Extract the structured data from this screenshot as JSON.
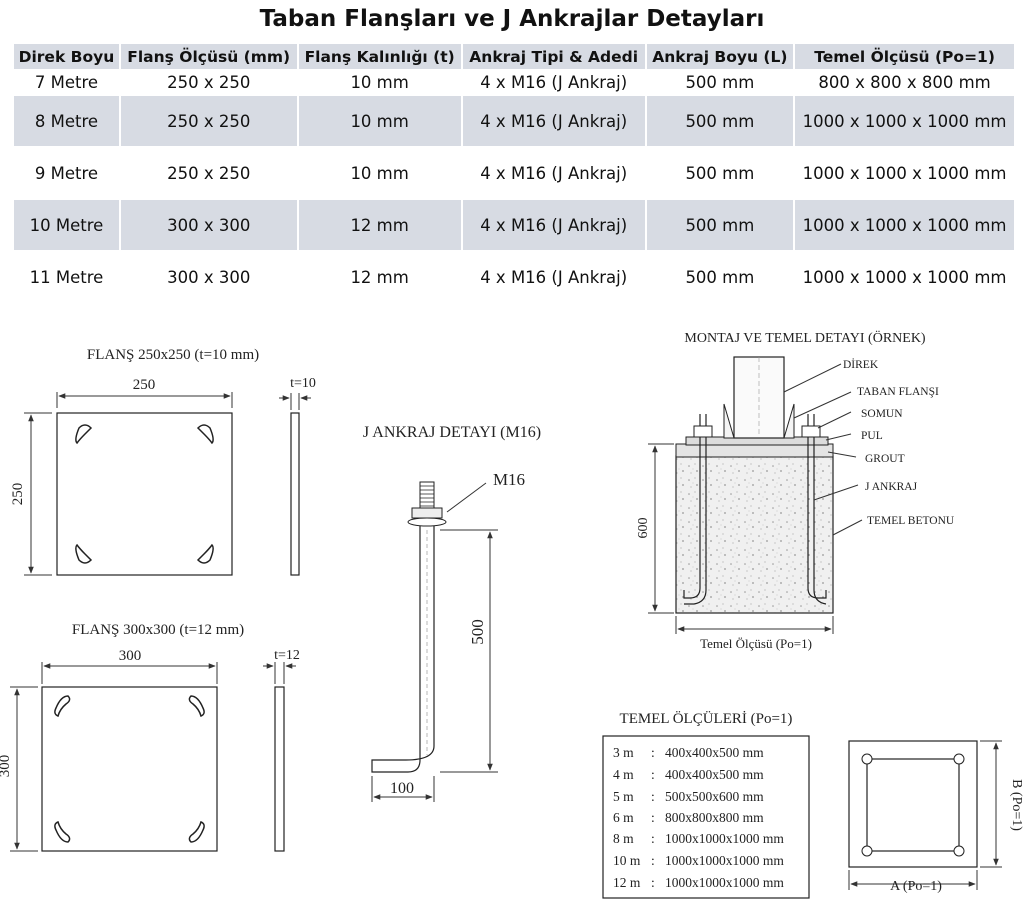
{
  "title": "Taban Flanşları ve J Ankrajlar Detayları",
  "table": {
    "headers": [
      "Direk Boyu",
      "Flanş Ölçüsü (mm)",
      "Flanş Kalınlığı (t)",
      "Ankraj Tipi & Adedi",
      "Ankraj Boyu (L)",
      "Temel Ölçüsü (Po=1)"
    ],
    "rows": [
      [
        "7 Metre",
        "250 x 250",
        "10 mm",
        "4 x M16 (J Ankraj)",
        "500 mm",
        "800 x 800 x 800 mm"
      ],
      [
        "8 Metre",
        "250 x 250",
        "10 mm",
        "4 x M16 (J Ankraj)",
        "500 mm",
        "1000 x 1000 x 1000 mm"
      ],
      [
        "9 Metre",
        "250 x 250",
        "10 mm",
        "4 x M16 (J Ankraj)",
        "500 mm",
        "1000 x 1000 x 1000 mm"
      ],
      [
        "10 Metre",
        "300 x 300",
        "12 mm",
        "4 x M16 (J Ankraj)",
        "500 mm",
        "1000 x 1000 x 1000 mm"
      ],
      [
        "11 Metre",
        "300 x 300",
        "12 mm",
        "4 x M16 (J Ankraj)",
        "500 mm",
        "1000 x 1000 x 1000 mm"
      ]
    ]
  },
  "flange_small": {
    "caption": "FLANŞ 250x250 (t=10 mm)",
    "width_label": "250",
    "height_label": "250",
    "thickness_label": "t=10"
  },
  "flange_large": {
    "caption": "FLANŞ 300x300 (t=12 mm)",
    "width_label": "300",
    "height_label": "300",
    "thickness_label": "t=12"
  },
  "j_anchor": {
    "caption": "J ANKRAJ DETAYI (M16)",
    "bolt_label": "M16",
    "length_label": "500",
    "hook_label": "100"
  },
  "assembly": {
    "caption": "MONTAJ VE TEMEL DETAYI (ÖRNEK)",
    "labels": [
      "DİREK",
      "TABAN FLANŞI",
      "SOMUN",
      "PUL",
      "GROUT",
      "J ANKRAJ",
      "TEMEL BETONU"
    ],
    "depth_label": "600",
    "base_label": "Temel Ölçüsü (Po=1)"
  },
  "foundation_sizes": {
    "caption": "TEMEL ÖLÇÜLERİ (Po=1)",
    "rows": [
      {
        "height": "3 m",
        "sep": ":",
        "size": "400x400x500 mm"
      },
      {
        "height": "4 m",
        "sep": ":",
        "size": "400x400x500 mm"
      },
      {
        "height": "5 m",
        "sep": ":",
        "size": "500x500x600 mm"
      },
      {
        "height": "6 m",
        "sep": ":",
        "size": "800x800x800 mm"
      },
      {
        "height": "8 m",
        "sep": ":",
        "size": "1000x1000x1000 mm"
      },
      {
        "height": "10 m",
        "sep": ":",
        "size": "1000x1000x1000 mm"
      },
      {
        "height": "12 m",
        "sep": ":",
        "size": "1000x1000x1000 mm"
      }
    ]
  },
  "plan": {
    "a_label": "A (Po=1)",
    "b_label": "B (Po=1)"
  }
}
